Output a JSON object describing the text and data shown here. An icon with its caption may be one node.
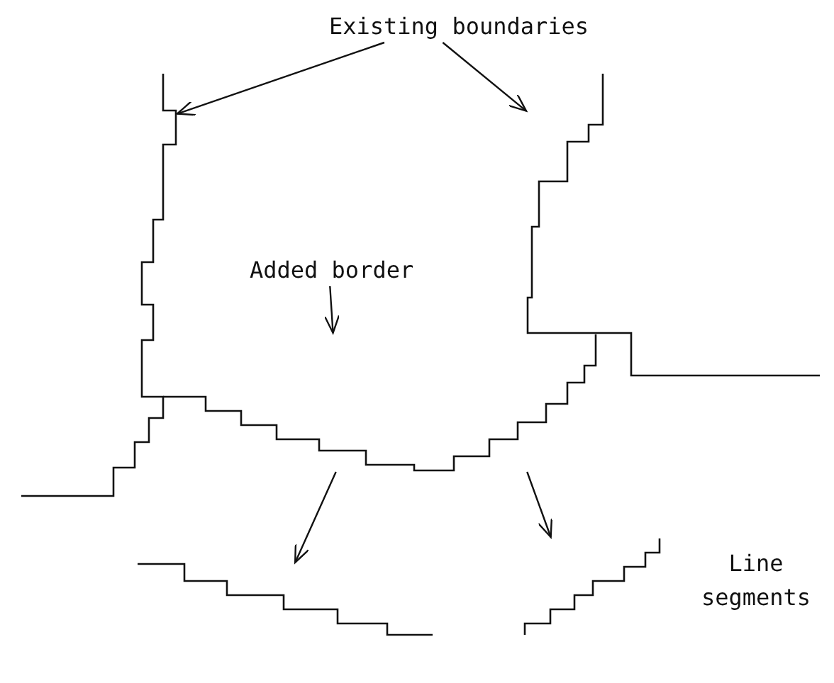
{
  "diagram": {
    "nodes": [
      {
        "text": [
          "Existing boundaries"
        ]
      },
      {
        "text": [],
        "shape": "line"
      },
      {
        "text": [],
        "shape": "line"
      },
      {
        "text": [
          "Added border"
        ]
      },
      {
        "text": [],
        "shape": "line"
      },
      {
        "text": [],
        "shape": "line"
      },
      {
        "text": [],
        "shape": "line"
      }
    ],
    "edges": [
      {
        "from": 0,
        "to": 1,
        "arrow": "to"
      },
      {
        "from": 0,
        "to": 2,
        "arrow": "to"
      },
      {
        "from": 3,
        "to": 4,
        "arrow": "to"
      },
      {
        "from": 4,
        "to": 5,
        "arrow": "to"
      },
      {
        "from": 4,
        "to": 6,
        "arrow": "to"
      }
    ],
    "labels": [
      "Line segments"
    ]
  }
}
